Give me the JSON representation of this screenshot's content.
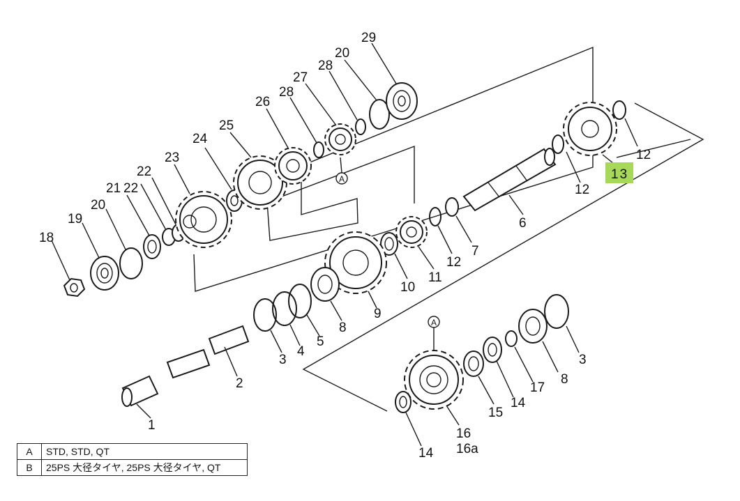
{
  "diagram": {
    "callouts": {
      "c1": "1",
      "c2": "2",
      "c3a": "3",
      "c3b": "3",
      "c4": "4",
      "c5": "5",
      "c6": "6",
      "c7": "7",
      "c8a": "8",
      "c8b": "8",
      "c9": "9",
      "c10": "10",
      "c11": "11",
      "c12a": "12",
      "c12b": "12",
      "c12c": "12",
      "c13": "13",
      "c14a": "14",
      "c14b": "14",
      "c15": "15",
      "c16": "16",
      "c16a": "16a",
      "c17": "17",
      "c18": "18",
      "c19": "19",
      "c20a": "20",
      "c20b": "20",
      "c21": "21",
      "c22a": "22",
      "c22b": "22",
      "c23": "23",
      "c24": "24",
      "c25": "25",
      "c26": "26",
      "c27": "27",
      "c28a": "28",
      "c28b": "28",
      "c29": "29"
    },
    "ref_marks": {
      "upper": "A",
      "lower": "A"
    },
    "highlight_color": "#a8d85a"
  },
  "legend": {
    "rows": [
      {
        "key": "A",
        "value": "STD, STD, QT"
      },
      {
        "key": "B",
        "value": "25PS 大径タイヤ, 25PS 大径タイヤ, QT"
      }
    ]
  }
}
